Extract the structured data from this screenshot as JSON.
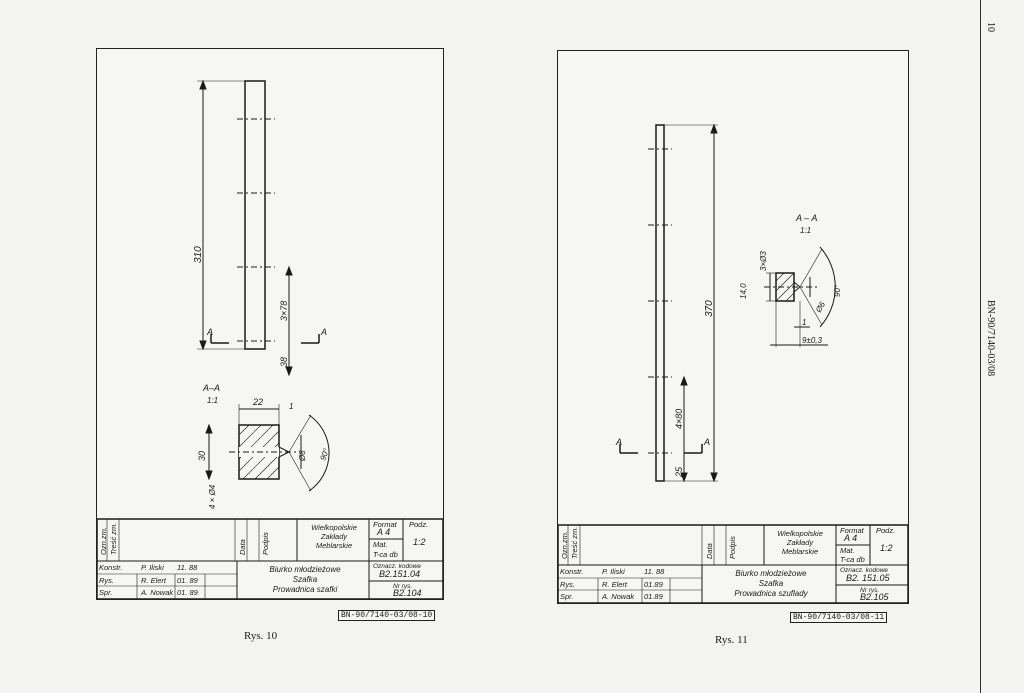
{
  "page": {
    "page_number": "10",
    "document_code": "BN-90/7140-03/08"
  },
  "drawings": [
    {
      "caption": "Rys. 10",
      "stamp": "BN-90/7140-03/08-10",
      "labels": {
        "dim_length": "310",
        "dim_spacing": "3×78",
        "dim_end": "38",
        "section_mark": "A",
        "section_title": "A–A",
        "section_scale": "1:1",
        "dim_width": "22",
        "dim_offset": "1",
        "dim_thickness": "30",
        "dim_hole": "Ø8",
        "dim_angle": "90°",
        "dim_holes": "4 × Ø4"
      },
      "title_block": {
        "col_change": "Ozn.zm.",
        "col_content": "Treść zm.",
        "col_date": "Data",
        "col_sign": "Podpis",
        "company_lines": [
          "Wielkopolskie",
          "Zakłady",
          "Meblarskie"
        ],
        "format_label": "Format",
        "format_value": "A 4",
        "scale_label": "Podz.",
        "scale_value": "1:2",
        "material_label": "Mat.",
        "material_value": "T-ca db",
        "roles": [
          {
            "role": "Konstr.",
            "initial": "P.",
            "name": "Iliski",
            "date": "11. 88"
          },
          {
            "role": "Rys.",
            "initial": "R.",
            "name": "Elert",
            "date": "01. 89"
          },
          {
            "role": "Spr.",
            "initial": "A.",
            "name": "Nowak",
            "date": "01. 89"
          }
        ],
        "product_lines": [
          "Biurko młodzieżowe",
          "Szafka",
          "Prowadnica szafki"
        ],
        "code_label": "Oznacz. kodowe",
        "code_value": "B2.151.04",
        "drawing_no_label": "Nr rys.",
        "drawing_no_value": "B2.104"
      }
    },
    {
      "caption": "Rys. 11",
      "stamp": "BN-90/7140-03/08-11",
      "labels": {
        "dim_length": "370",
        "dim_spacing": "4×80",
        "dim_end": "25",
        "section_mark": "A",
        "section_title": "A – A",
        "section_scale": "1:1",
        "dim_holes": "3×Ø3",
        "dim_height": "14,0",
        "dim_hole": "Ø6",
        "dim_angle": "90°",
        "dim_offset": "1",
        "dim_depth": "9±0,3"
      },
      "title_block": {
        "col_change": "Ozn.zm.",
        "col_content": "Treść zm.",
        "col_date": "Data",
        "col_sign": "Podpis",
        "company_lines": [
          "Wielkopolskie",
          "Zakłady",
          "Meblarskie"
        ],
        "format_label": "Format",
        "format_value": "A 4",
        "scale_label": "Podz.",
        "scale_value": "1:2",
        "material_label": "Mat.",
        "material_value": "T-ca db",
        "roles": [
          {
            "role": "Konstr.",
            "initial": "P.",
            "name": "Iliski",
            "date": "11. 88"
          },
          {
            "role": "Rys.",
            "initial": "R.",
            "name": "Elert",
            "date": "01.89"
          },
          {
            "role": "Spr.",
            "initial": "A.",
            "name": "Nowak",
            "date": "01.89"
          }
        ],
        "product_lines": [
          "Biurko młodzieżowe",
          "Szafka",
          "Prowadnica szuflady"
        ],
        "code_label": "Oznacz. kodowe",
        "code_value": "B2. 151.05",
        "drawing_no_label": "Nr rys.",
        "drawing_no_value": "B2.105"
      }
    }
  ]
}
